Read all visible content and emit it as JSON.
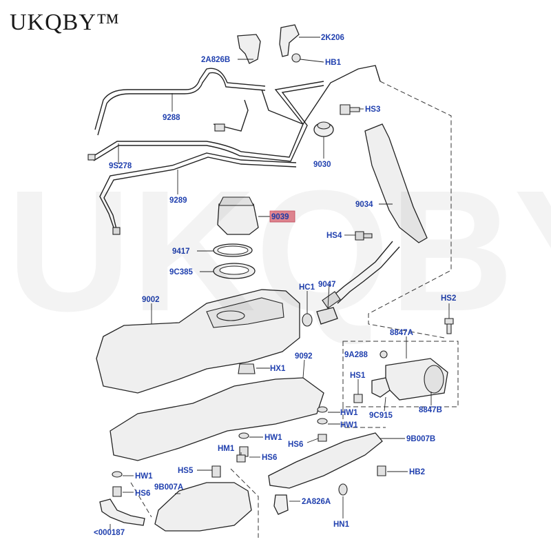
{
  "brand": "UKQBY™",
  "watermark": "UKQBY™",
  "labels": {
    "l2K206": "2K206",
    "l2A826B": "2A826B",
    "lHB1": "HB1",
    "l9288": "9288",
    "l9S278": "9S278",
    "l9289": "9289",
    "lHS3": "HS3",
    "l9030": "9030",
    "l9034": "9034",
    "l9039": "9039",
    "l9417": "9417",
    "l9C385": "9C385",
    "lHS4": "HS4",
    "lHC1": "HC1",
    "l9047": "9047",
    "l9002": "9002",
    "lHS2": "HS2",
    "l8847A": "8847A",
    "l9A288": "9A288",
    "lHX1": "HX1",
    "l9092": "9092",
    "lHS1": "HS1",
    "l9C915": "9C915",
    "l8847B": "8847B",
    "lHW1a": "HW1",
    "lHW1b": "HW1",
    "lHW1c": "HW1",
    "lHS6a": "HS6",
    "l9B007B": "9B007B",
    "lHM1": "HM1",
    "lHS6b": "HS6",
    "lHS5": "HS5",
    "lHB2": "HB2",
    "lHW1d": "HW1",
    "l9B007A": "9B007A",
    "lHS6c": "HS6",
    "l2A826A": "2A826A",
    "lHN1": "HN1",
    "l000187": "<000187"
  },
  "highlighted_label": "9039",
  "colors": {
    "label": "#1f3fae",
    "highlight": "#e88a96",
    "line": "#222222"
  }
}
